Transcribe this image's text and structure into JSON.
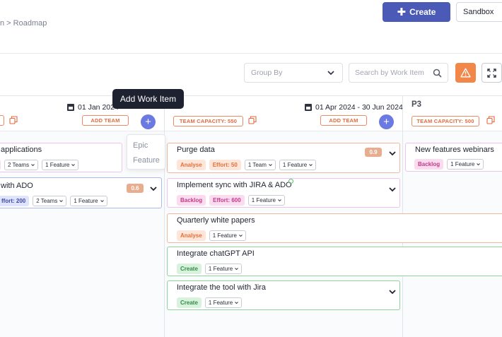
{
  "header": {
    "breadcrumb": "n > Roadmap",
    "create_label": "Create",
    "environment": "Sandbox"
  },
  "toolbar": {
    "group_by_placeholder": "Group By",
    "search_placeholder": "Search by Work Item"
  },
  "tooltip": "Add Work Item",
  "add_menu": [
    "Epic",
    "Feature"
  ],
  "columns": [
    {
      "date": "01 Jan 2024",
      "action": "ADD TEAM"
    },
    {
      "date": "01 Apr 2024 - 30 Jun 2024",
      "action": "ADD TEAM",
      "capacity": "TEAM CAPACITY: 550"
    },
    {
      "title": "P3",
      "capacity": "TEAM CAPACITY: 500"
    }
  ],
  "cards": [
    {
      "title": "applications",
      "teams": "2 Teams",
      "features": "1 Feature"
    },
    {
      "title": "with ADO",
      "score": "0.6",
      "effort": "ffort: 200",
      "teams": "2 Teams",
      "features": "1 Feature"
    },
    {
      "title": "Purge data",
      "score": "0.9",
      "status": "Analyse",
      "effort": "Effort: 50",
      "teams": "1 Team",
      "features": "1 Feature"
    },
    {
      "title": "Implement sync with JIRA & ADO",
      "status": "Backlog",
      "effort": "Effort: 600",
      "features": "1 Feature"
    },
    {
      "title": "Quarterly white papers",
      "status": "Analyse",
      "features": "1 Feature"
    },
    {
      "title": "Integrate chatGPT API",
      "status": "Create",
      "features": "1 Feature"
    },
    {
      "title": "Integrate the tool with Jira",
      "status": "Create",
      "features": "1 Feature"
    },
    {
      "title": "New features webinars",
      "status": "Backlog",
      "features": "1 Feature"
    }
  ],
  "colors": {
    "primary": "#4b59b7",
    "warning": "#f1884a",
    "add_button": "#6b79e3",
    "orange_border": "#f0b89d",
    "green_border": "#8fd29b"
  },
  "icons": [
    "plus-icon",
    "chevron-down-icon",
    "search-icon",
    "warning-icon",
    "expand-icon",
    "calendar-icon",
    "copy-icon"
  ]
}
